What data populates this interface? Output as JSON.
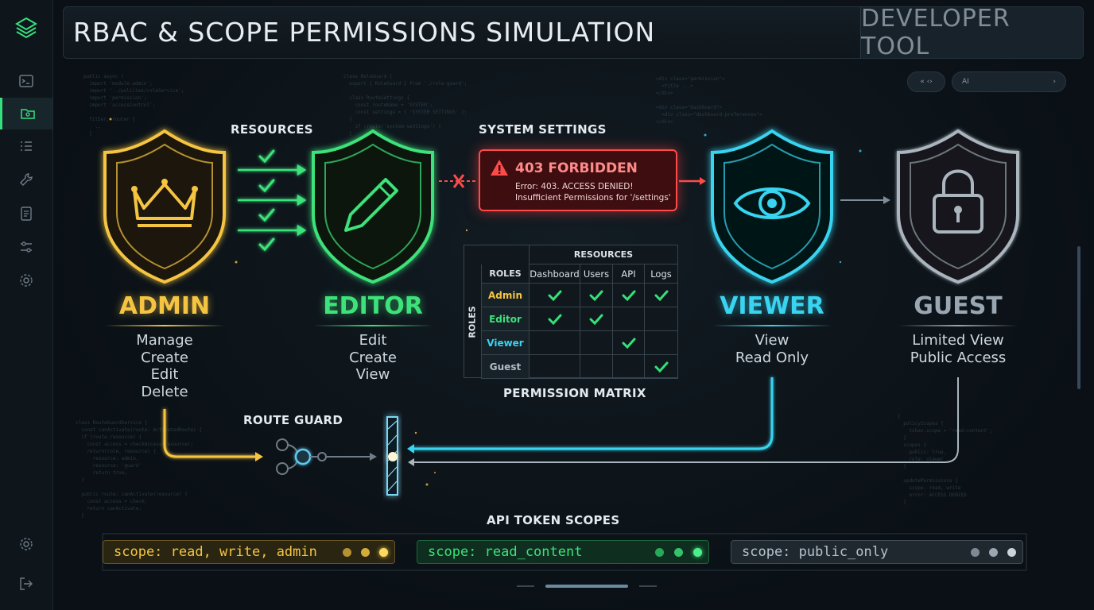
{
  "header": {
    "title": "RBAC & SCOPE PERMISSIONS SIMULATION",
    "badge": "DEVELOPER TOOL"
  },
  "sidebar": {
    "items": [
      {
        "icon": "terminal-icon"
      },
      {
        "icon": "folder-icon",
        "active": true
      },
      {
        "icon": "list-icon"
      },
      {
        "icon": "wrench-icon"
      },
      {
        "icon": "document-icon"
      },
      {
        "icon": "sliders-icon"
      },
      {
        "icon": "gear-icon"
      }
    ],
    "bottom": [
      {
        "icon": "gear-icon"
      },
      {
        "icon": "logout-icon"
      }
    ]
  },
  "toolbar": {
    "ai_label": "AI"
  },
  "labels": {
    "resources": "RESOURCES",
    "system_settings": "SYSTEM SETTINGS",
    "route_guard": "ROUTE GUARD",
    "permission_matrix": "PERMISSION MATRIX",
    "api_token_scopes": "API TOKEN SCOPES"
  },
  "alert": {
    "title": "403 FORBIDDEN",
    "line1": "Error: 403. ACCESS DENIED!",
    "line2": "Insufficient Permissions for '/settings'"
  },
  "roles": [
    {
      "name": "ADMIN",
      "color": "#f5c542",
      "permissions": [
        "Manage",
        "Create",
        "Edit",
        "Delete"
      ],
      "icon": "crown-icon"
    },
    {
      "name": "EDITOR",
      "color": "#3ee27a",
      "permissions": [
        "Edit",
        "Create",
        "View"
      ],
      "icon": "pencil-icon"
    },
    {
      "name": "VIEWER",
      "color": "#38d4f0",
      "permissions": [
        "View",
        "Read Only"
      ],
      "icon": "eye-icon"
    },
    {
      "name": "GUEST",
      "color": "#9aa7b2",
      "permissions": [
        "Limited View",
        "Public Access"
      ],
      "icon": "lock-icon"
    }
  ],
  "matrix": {
    "header_group": "RESOURCES",
    "roles_header": "ROLES",
    "side_label": "ROLES",
    "columns": [
      "Dashboard",
      "Users",
      "API",
      "Logs"
    ],
    "rows": [
      {
        "role": "Admin",
        "color": "#f5c542",
        "access": [
          true,
          true,
          true,
          true
        ]
      },
      {
        "role": "Editor",
        "color": "#3ee27a",
        "access": [
          true,
          true,
          false,
          false
        ]
      },
      {
        "role": "Viewer",
        "color": "#38d4f0",
        "access": [
          false,
          false,
          true,
          false
        ]
      },
      {
        "role": "Guest",
        "color": "#b3bdc5",
        "access": [
          false,
          false,
          false,
          true
        ]
      }
    ]
  },
  "scopes": [
    {
      "text": "scope: read, write, admin",
      "color": "#f5c542"
    },
    {
      "text": "scope: read_content",
      "color": "#3ee27a"
    },
    {
      "text": "scope: public_only",
      "color": "#b7c3cc"
    }
  ]
}
